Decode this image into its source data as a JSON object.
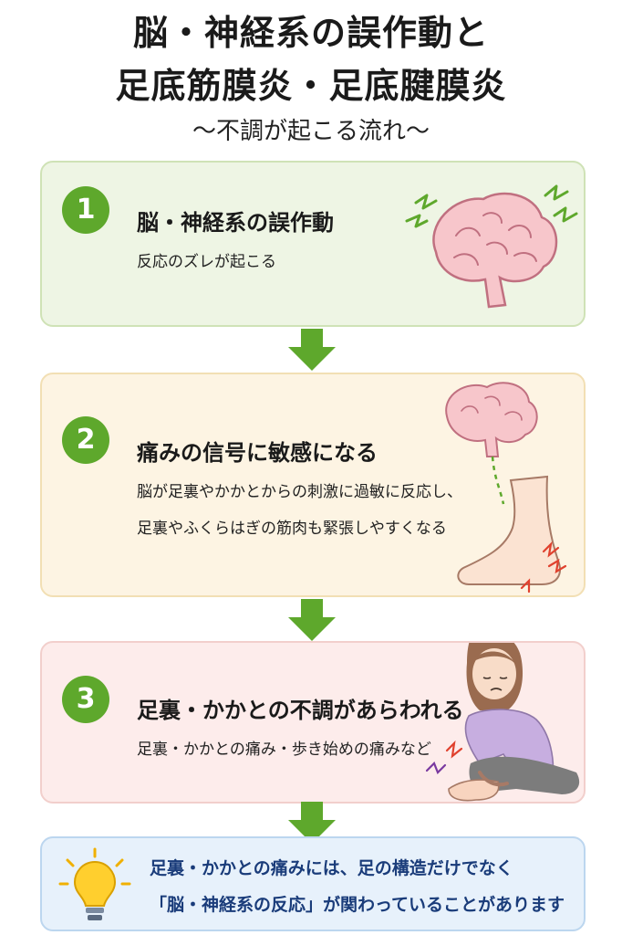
{
  "title": {
    "line1": "脳・神経系の誤作動と",
    "line2": "足底筋膜炎・足底腱膜炎",
    "subtitle": "～不調が起こる流れ～"
  },
  "steps": [
    {
      "number": "1",
      "heading": "脳・神経系の誤作動",
      "body": [
        "反応のズレが起こる"
      ]
    },
    {
      "number": "2",
      "heading": "痛みの信号に敏感になる",
      "body": [
        "脳が足裏やかかとからの刺激に過敏に反応し、",
        "足裏やふくらはぎの筋肉も緊張しやすくなる"
      ]
    },
    {
      "number": "3",
      "heading": "足裏・かかとの不調があらわれる",
      "body": [
        "足裏・かかとの痛み・歩き始めの痛みなど"
      ]
    }
  ],
  "note": {
    "line1": "足裏・かかとの痛みには、足の構造だけでなく",
    "line2": "「脳・神経系の反応」が関わっていることがあります"
  },
  "icons": [
    "brain-icon",
    "arrow-down-icon",
    "foot-illustration",
    "woman-holding-foot-illustration",
    "lightbulb-icon"
  ],
  "colors": {
    "step_number": "#5ea82c",
    "arrow": "#5ea82c",
    "card1": "#eef5e4",
    "card2": "#fdf4e3",
    "card3": "#fdeceb",
    "card4": "#e7f1fb"
  }
}
